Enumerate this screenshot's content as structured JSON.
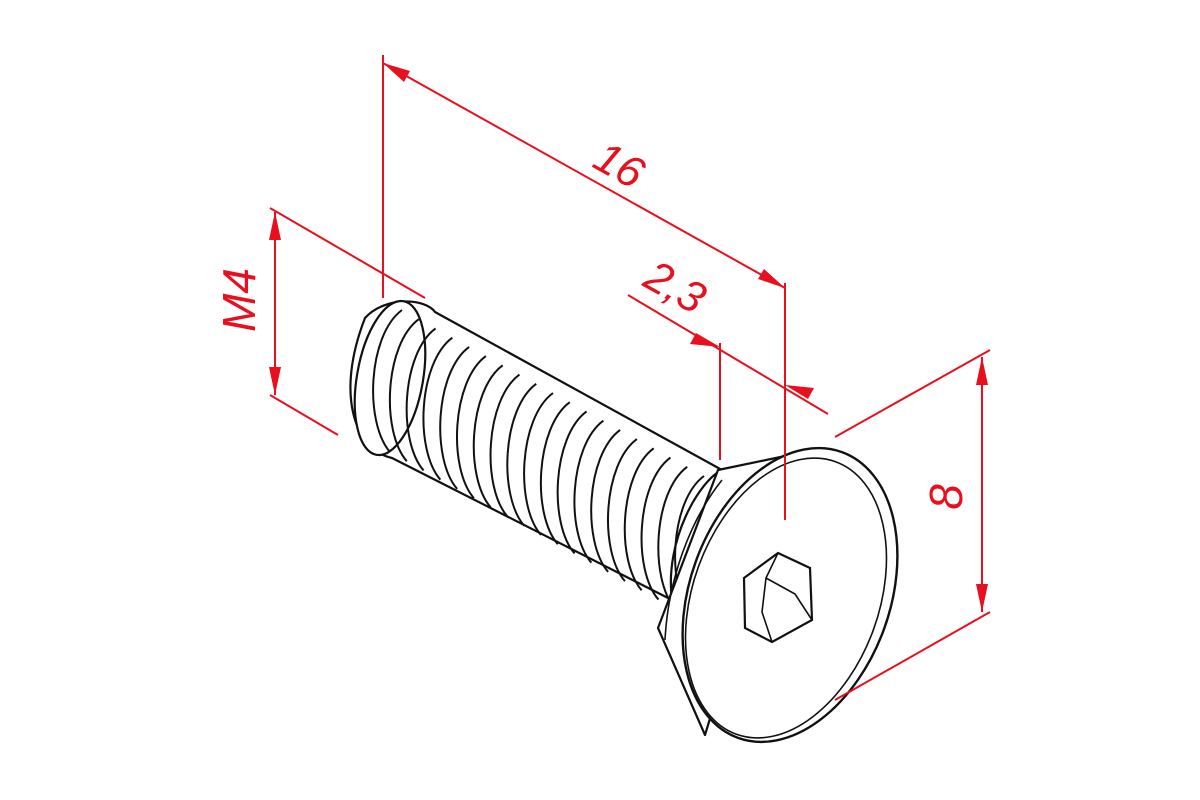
{
  "dimensions": {
    "total_length": "16",
    "head_height": "2,3",
    "thread": "M4",
    "head_diameter": "8"
  },
  "colors": {
    "dimension": "#e8101e",
    "outline": "#111111",
    "background": "#ffffff"
  }
}
